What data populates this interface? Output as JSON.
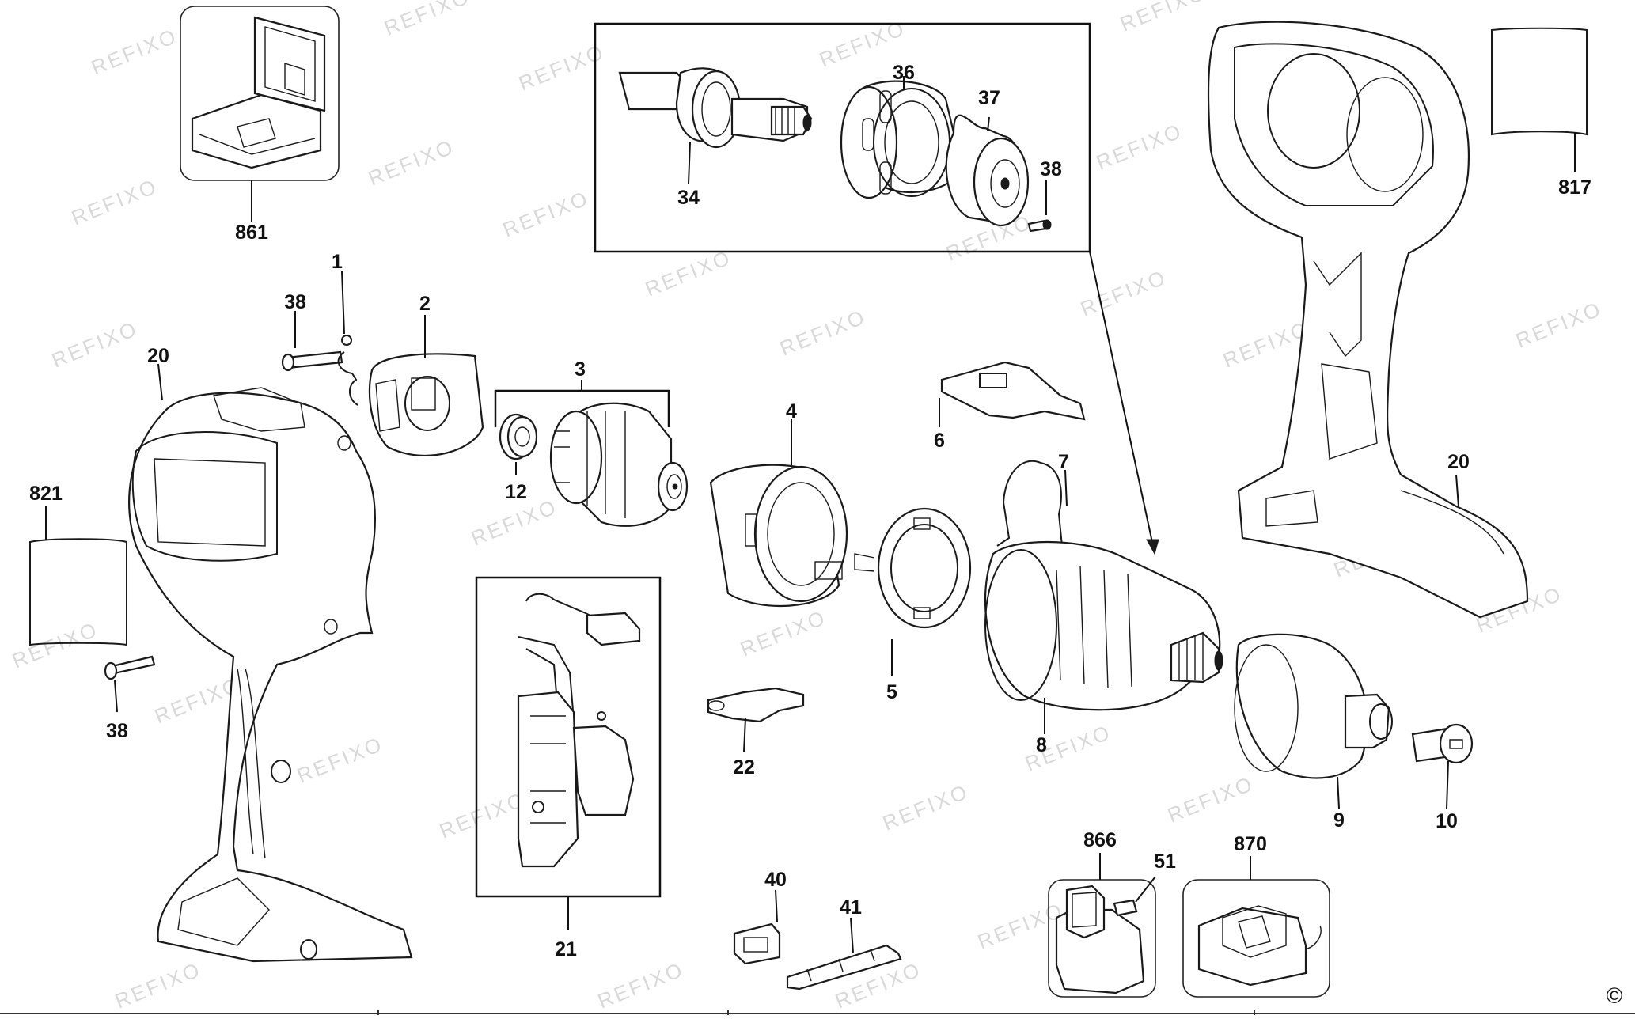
{
  "watermark": "REFIXO",
  "copyright": "©",
  "callouts": {
    "p1": "1",
    "p2": "2",
    "p3": "3",
    "p4": "4",
    "p5": "5",
    "p6": "6",
    "p7": "7",
    "p8": "8",
    "p9": "9",
    "p10": "10",
    "p12": "12",
    "p20_left": "20",
    "p20_right": "20",
    "p21": "21",
    "p22": "22",
    "p34": "34",
    "p36": "36",
    "p37": "37",
    "p38_box": "38",
    "p38_top": "38",
    "p38_bottom": "38",
    "p40": "40",
    "p41": "41",
    "p51": "51",
    "p817": "817",
    "p821": "821",
    "p861": "861",
    "p866": "866",
    "p870": "870"
  }
}
